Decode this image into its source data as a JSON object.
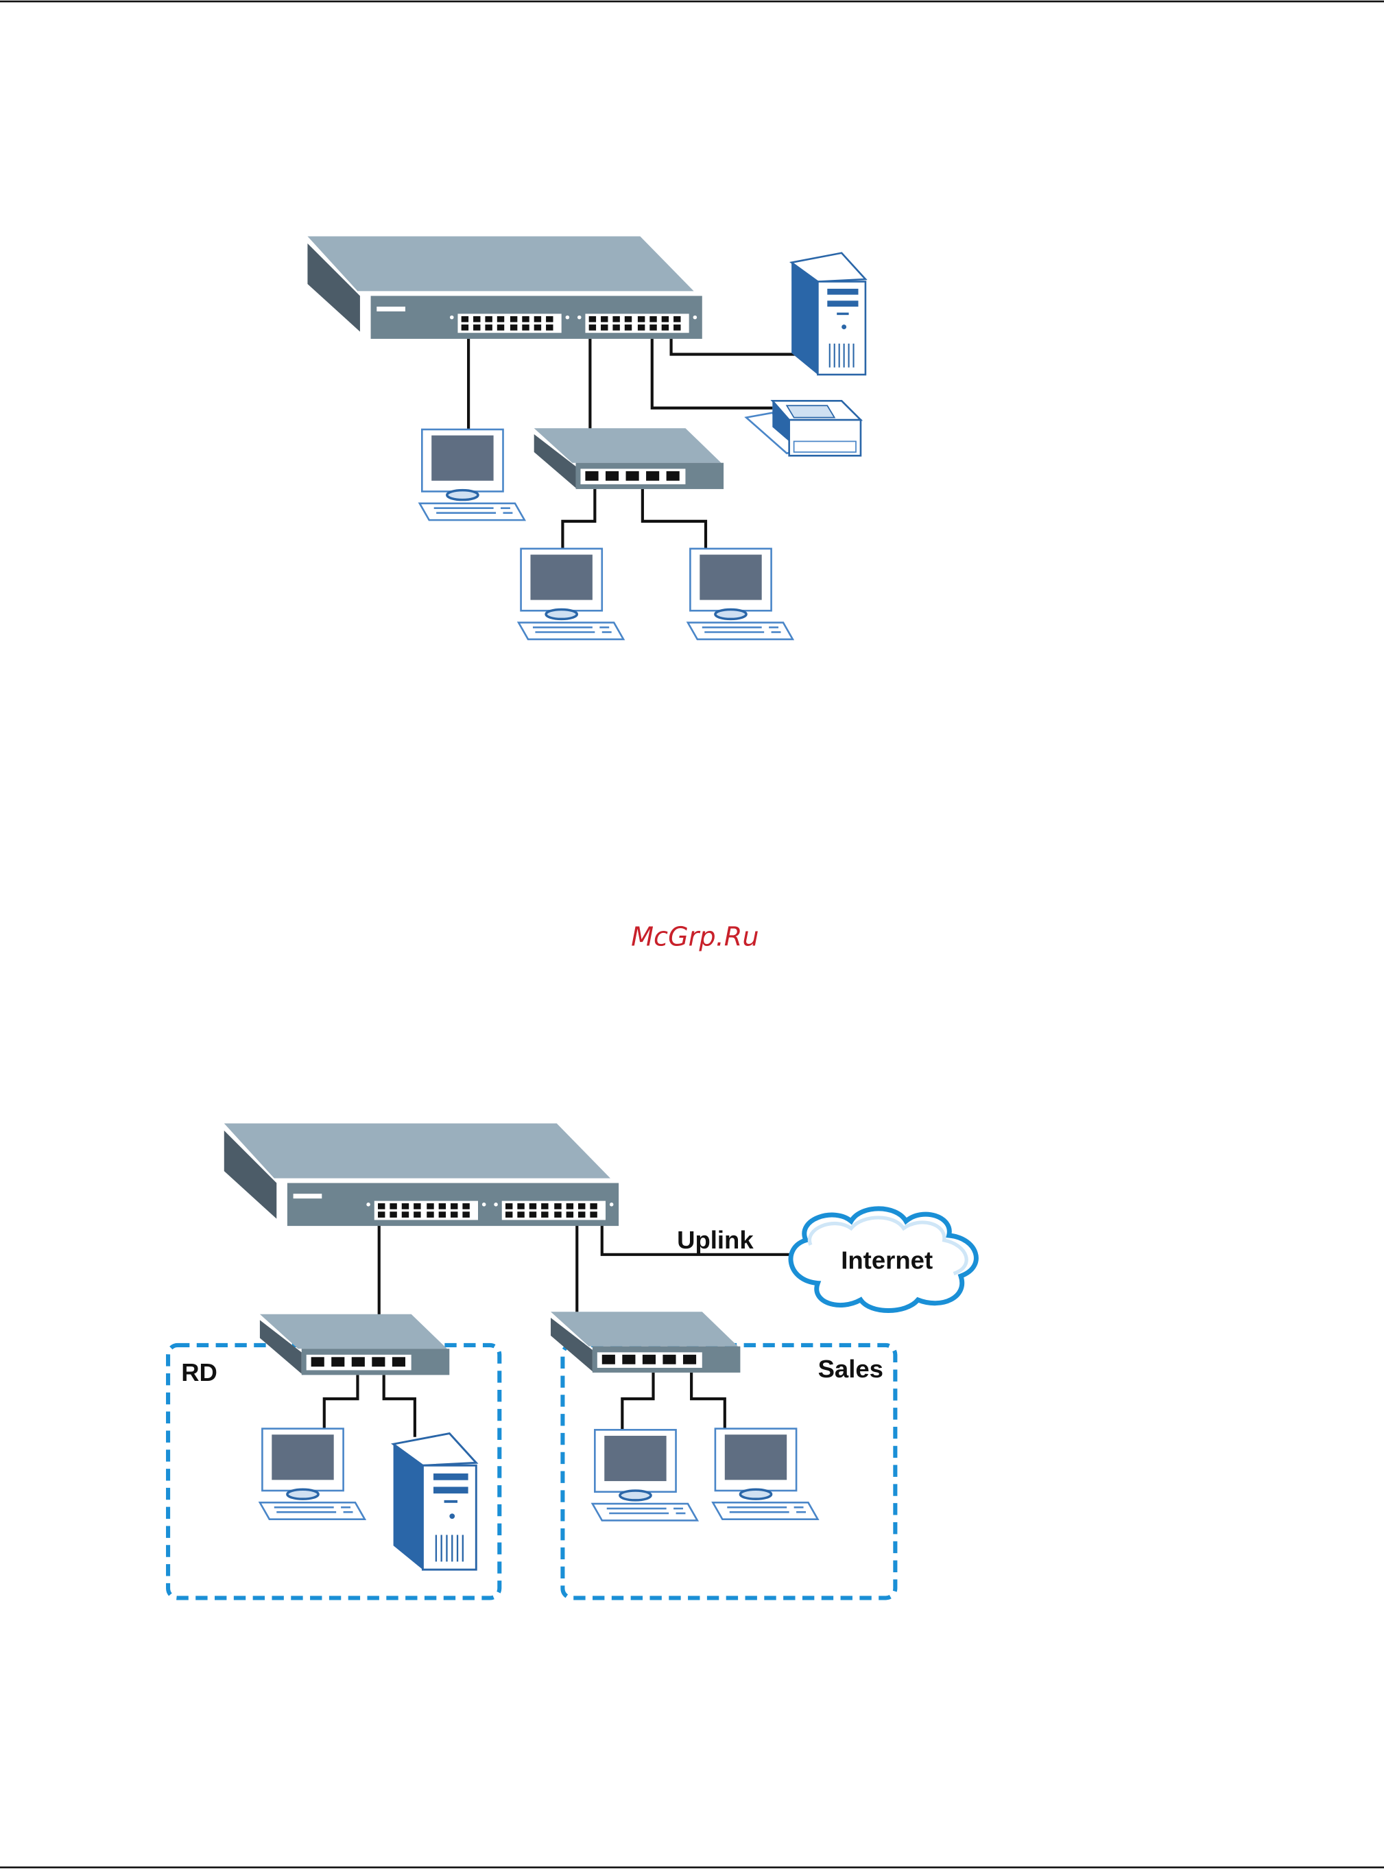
{
  "watermark": "McGrp.Ru",
  "diagram_bottom": {
    "uplink_label": "Uplink",
    "internet_label": "Internet",
    "group_rd_label": "RD",
    "group_sales_label": "Sales"
  },
  "colors": {
    "device_top": "#9aafbd",
    "device_side": "#4c5c68",
    "device_front": "#6e8490",
    "screen": "#5f6e82",
    "accent_blue": "#2a66a8",
    "dashed_group": "#1a8fd6"
  }
}
